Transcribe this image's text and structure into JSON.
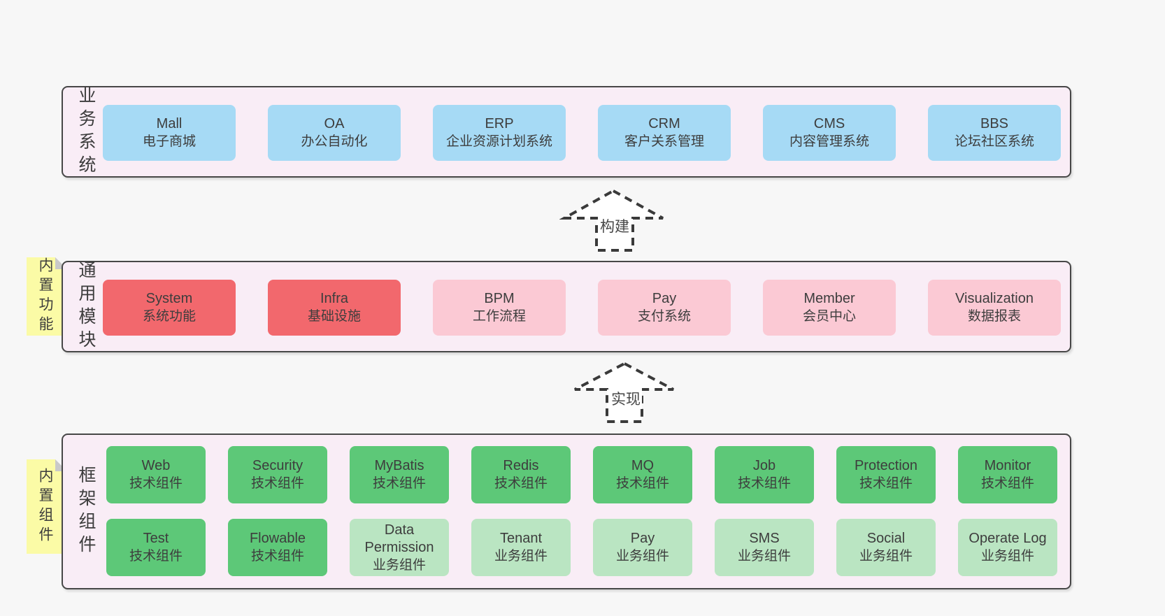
{
  "diagram": {
    "arrows": [
      {
        "label": "构建"
      },
      {
        "label": "实现"
      }
    ],
    "sections": {
      "business": {
        "label": "业务系统",
        "boxes": [
          {
            "name": "Mall",
            "desc": "电子商城"
          },
          {
            "name": "OA",
            "desc": "办公自动化"
          },
          {
            "name": "ERP",
            "desc": "企业资源计划系统"
          },
          {
            "name": "CRM",
            "desc": "客户关系管理"
          },
          {
            "name": "CMS",
            "desc": "内容管理系统"
          },
          {
            "name": "BBS",
            "desc": "论坛社区系统"
          }
        ]
      },
      "modules": {
        "label": "通用模块",
        "sticky": "内置功能",
        "boxes": [
          {
            "name": "System",
            "desc": "系统功能"
          },
          {
            "name": "Infra",
            "desc": "基础设施"
          },
          {
            "name": "BPM",
            "desc": "工作流程"
          },
          {
            "name": "Pay",
            "desc": "支付系统"
          },
          {
            "name": "Member",
            "desc": "会员中心"
          },
          {
            "name": "Visualization",
            "desc": "数据报表"
          }
        ]
      },
      "components": {
        "label": "框架组件",
        "sticky": "内置组件",
        "row1": [
          {
            "name": "Web",
            "desc": "技术组件"
          },
          {
            "name": "Security",
            "desc": "技术组件"
          },
          {
            "name": "MyBatis",
            "desc": "技术组件"
          },
          {
            "name": "Redis",
            "desc": "技术组件"
          },
          {
            "name": "MQ",
            "desc": "技术组件"
          },
          {
            "name": "Job",
            "desc": "技术组件"
          },
          {
            "name": "Protection",
            "desc": "技术组件"
          },
          {
            "name": "Monitor",
            "desc": "技术组件"
          }
        ],
        "row2": [
          {
            "name": "Test",
            "desc": "技术组件"
          },
          {
            "name": "Flowable",
            "desc": "技术组件"
          },
          {
            "name": "Data Permission",
            "desc": "业务组件"
          },
          {
            "name": "Tenant",
            "desc": "业务组件"
          },
          {
            "name": "Pay",
            "desc": "业务组件"
          },
          {
            "name": "SMS",
            "desc": "业务组件"
          },
          {
            "name": "Social",
            "desc": "业务组件"
          },
          {
            "name": "Operate Log",
            "desc": "业务组件"
          }
        ]
      }
    },
    "colors": {
      "page_background": "#f7f7f7",
      "panel_background": "#f9edf6",
      "panel_border": "#474747",
      "blue_box": "#a6daf5",
      "red_box": "#f2686d",
      "pink_box": "#fbc9d4",
      "green_box": "#5dc878",
      "light_green_box": "#bae5c2",
      "sticky_note": "#fbfba6"
    }
  }
}
